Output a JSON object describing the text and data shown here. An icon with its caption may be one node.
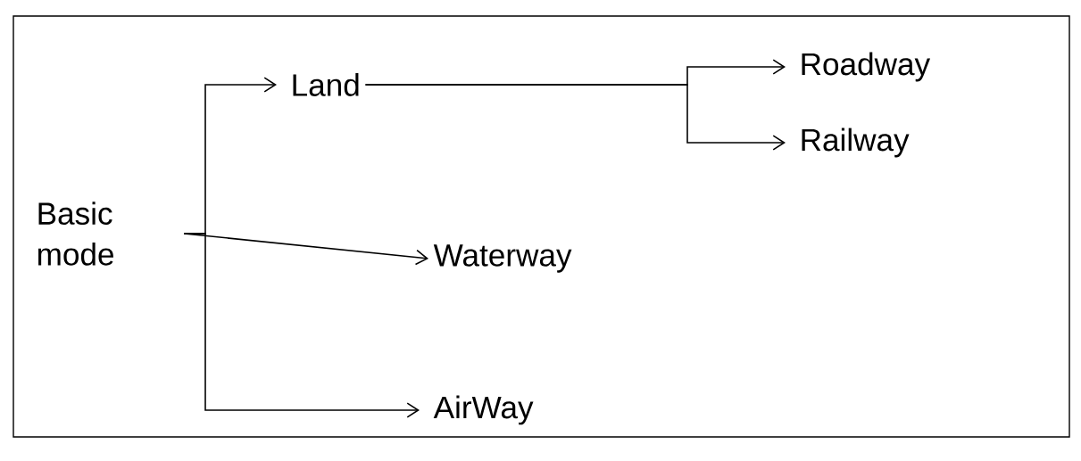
{
  "diagram": {
    "nodes": [
      {
        "text": [
          "Basic mode"
        ]
      },
      {
        "text": [
          "Land"
        ]
      },
      {
        "text": [
          "Waterway"
        ]
      },
      {
        "text": [
          "AirWay"
        ]
      },
      {
        "text": [
          "Roadway"
        ]
      },
      {
        "text": [
          "Railway"
        ]
      }
    ],
    "edges": [
      {
        "from": 0,
        "to": 1,
        "arrow": "to"
      },
      {
        "from": 0,
        "to": 2,
        "arrow": "to"
      },
      {
        "from": 0,
        "to": 3,
        "arrow": "to"
      },
      {
        "from": 1,
        "to": 4,
        "arrow": "to"
      },
      {
        "from": 1,
        "to": 5,
        "arrow": "to"
      }
    ]
  }
}
